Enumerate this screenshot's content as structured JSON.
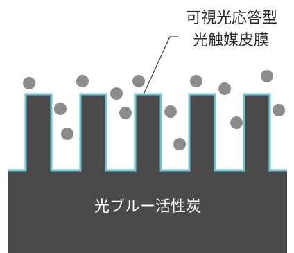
{
  "diagram": {
    "label_line1": "可視光応答型",
    "label_line2": "光触媒皮膜",
    "base_label": "光ブルー活性炭"
  },
  "colors": {
    "carbon": "#4a4a4a",
    "coating": "#6fc3d2",
    "particle": "#8c8c8c",
    "background": "#ffffff"
  }
}
